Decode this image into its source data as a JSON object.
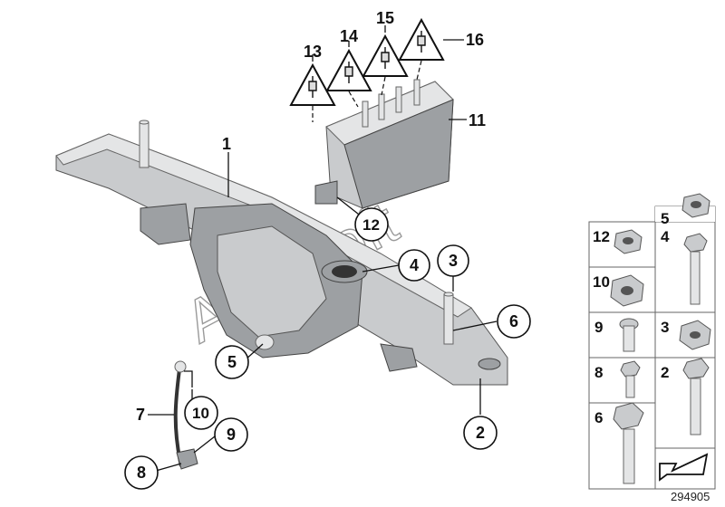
{
  "diagram": {
    "callouts": [
      {
        "id": "c1",
        "label": "1"
      },
      {
        "id": "c2",
        "label": "2"
      },
      {
        "id": "c3",
        "label": "3"
      },
      {
        "id": "c4",
        "label": "4"
      },
      {
        "id": "c5",
        "label": "5"
      },
      {
        "id": "c6",
        "label": "6"
      },
      {
        "id": "c7",
        "label": "7"
      },
      {
        "id": "c8",
        "label": "8"
      },
      {
        "id": "c9",
        "label": "9"
      },
      {
        "id": "c10",
        "label": "10"
      },
      {
        "id": "c11",
        "label": "11"
      },
      {
        "id": "c12",
        "label": "12"
      },
      {
        "id": "c13",
        "label": "13"
      },
      {
        "id": "c14",
        "label": "14"
      },
      {
        "id": "c15",
        "label": "15"
      },
      {
        "id": "c16",
        "label": "16"
      }
    ],
    "watermark": "AutoSoft",
    "diagram_code": "294905"
  },
  "parts_table": {
    "cells": [
      {
        "label": "5",
        "part": "hex-nut-flanged"
      },
      {
        "label": "12",
        "part": "hex-nut-flanged-small"
      },
      {
        "label": "4",
        "part": "long-hex-bolt"
      },
      {
        "label": "10",
        "part": "hex-nut-collar"
      },
      {
        "label": "9",
        "part": "short-bolt-flanged"
      },
      {
        "label": "3",
        "part": "collar-nut"
      },
      {
        "label": "8",
        "part": "bolt-small"
      },
      {
        "label": "2",
        "part": "torx-bolt"
      },
      {
        "label": "6",
        "part": "long-bolt"
      }
    ],
    "arrow_icon": "arrow-down-left-icon"
  }
}
